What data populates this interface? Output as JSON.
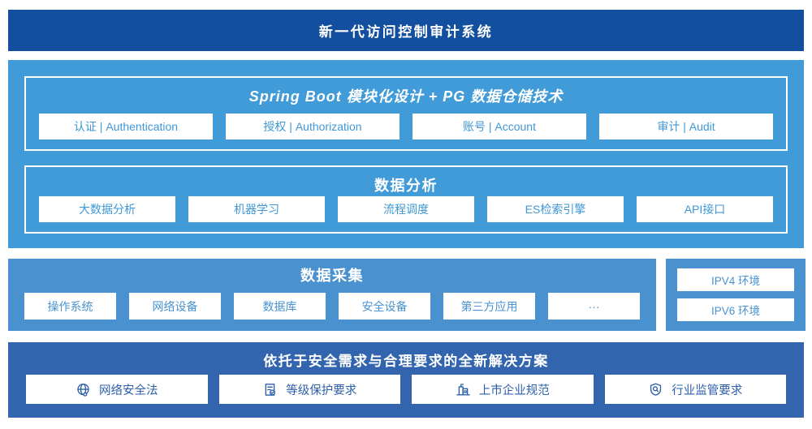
{
  "banner": {
    "title": "新一代访问控制审计系统"
  },
  "platform": {
    "modules_title": "Spring Boot 模块化设计 + PG 数据仓储技术",
    "modules": [
      "认证 | Authentication",
      "授权 | Authorization",
      "账号 | Account",
      "审计 | Audit"
    ],
    "analysis_title": "数据分析",
    "analysis": [
      "大数据分析",
      "机器学习",
      "流程调度",
      "ES检索引擎",
      "API接口"
    ]
  },
  "collection": {
    "title": "数据采集",
    "items": [
      "操作系统",
      "网络设备",
      "数据库",
      "安全设备",
      "第三方应用",
      "···"
    ]
  },
  "environment": {
    "items": [
      "IPV4 环境",
      "IPV6 环境"
    ]
  },
  "solution": {
    "title": "依托于安全需求与合理要求的全新解决方案",
    "items": [
      {
        "icon": "globe-icon",
        "label": "网络安全法"
      },
      {
        "icon": "document-check-icon",
        "label": "等级保护要求"
      },
      {
        "icon": "building-icon",
        "label": "上市企业规范"
      },
      {
        "icon": "shield-search-icon",
        "label": "行业监管要求"
      }
    ]
  },
  "colors": {
    "banner_bg": "#134F9F",
    "platform_bg": "#419BD9",
    "collection_bg": "#4A92CF",
    "solution_bg": "#3365AE",
    "light_box_text": "#3F97D6",
    "solution_box_text": "#2E5FA9"
  }
}
